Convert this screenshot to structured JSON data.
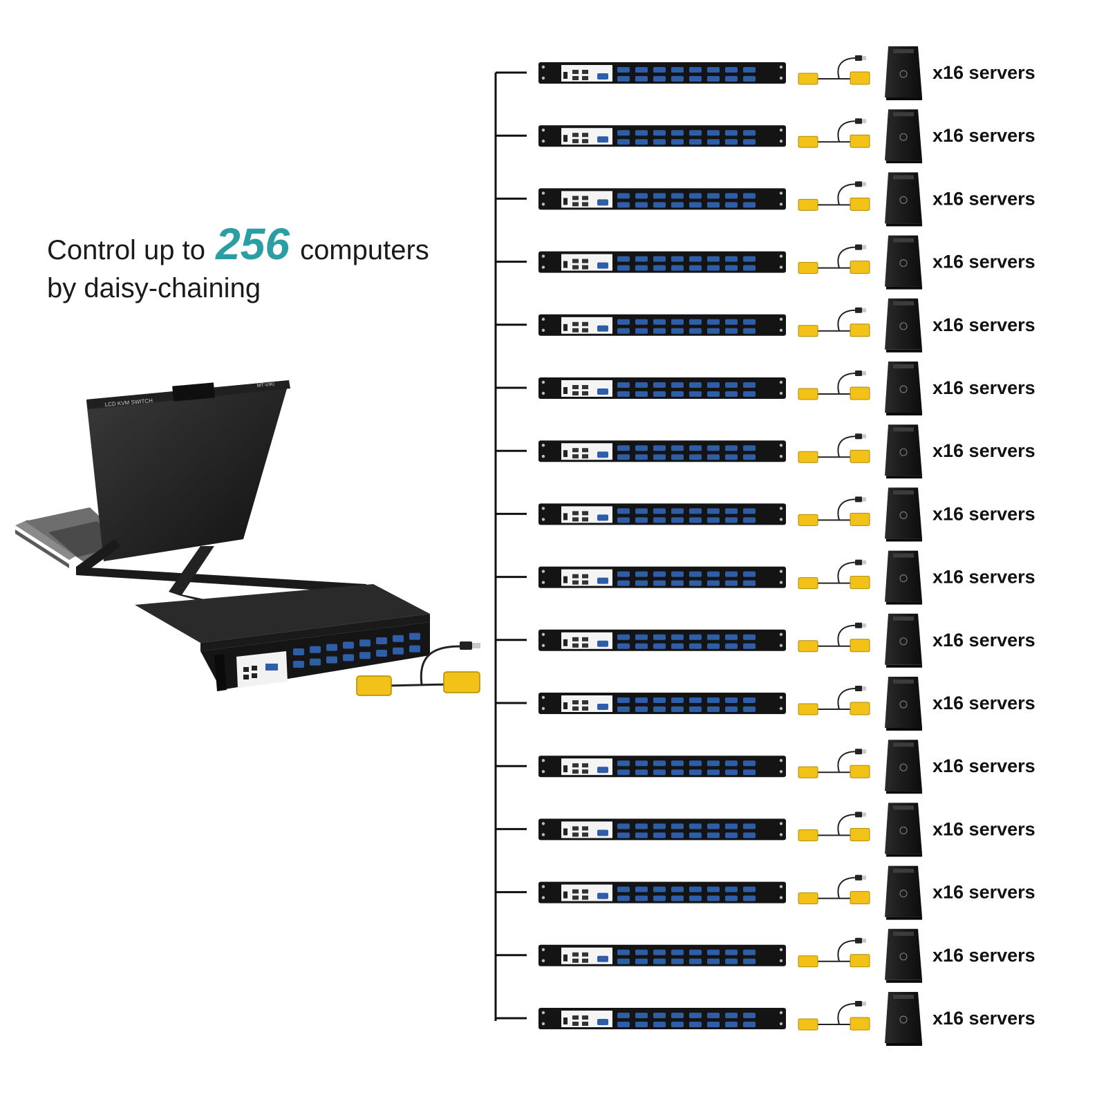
{
  "headline": {
    "prefix": "Control up to",
    "number": "256",
    "suffix": "computers",
    "line2": "by daisy-chaining"
  },
  "console": {
    "screen_label": "LCD KVM SWITCH",
    "brand": "MT-VIKI"
  },
  "chain": {
    "units": [
      {
        "label": "x16 servers"
      },
      {
        "label": "x16 servers"
      },
      {
        "label": "x16 servers"
      },
      {
        "label": "x16 servers"
      },
      {
        "label": "x16 servers"
      },
      {
        "label": "x16 servers"
      },
      {
        "label": "x16 servers"
      },
      {
        "label": "x16 servers"
      },
      {
        "label": "x16 servers"
      },
      {
        "label": "x16 servers"
      },
      {
        "label": "x16 servers"
      },
      {
        "label": "x16 servers"
      },
      {
        "label": "x16 servers"
      },
      {
        "label": "x16 servers"
      },
      {
        "label": "x16 servers"
      },
      {
        "label": "x16 servers"
      }
    ]
  },
  "colors": {
    "accent": "#2a9ea3",
    "vga_port": "#2f5ea8",
    "connector": "#f2c218",
    "switch_body": "#141414"
  }
}
